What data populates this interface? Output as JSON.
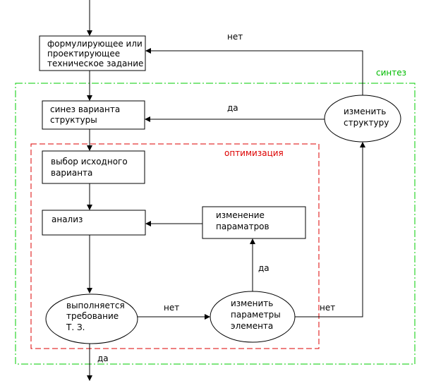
{
  "frames": {
    "synthesis_label": "синтез",
    "optimization_label": "оптимизация",
    "synthesis_color": "#00cc00",
    "optimization_color": "#dd0000"
  },
  "nodes": {
    "spec": [
      "формулирующее или",
      "проектирующее",
      "техническое задание"
    ],
    "synth_variant": [
      "синез варианта",
      "структуры"
    ],
    "select_initial": [
      "выбор исходного",
      "варианта"
    ],
    "analysis": [
      "анализ"
    ],
    "change_params": [
      "изменение",
      "параматров"
    ],
    "requirement_met": [
      "выполняется",
      "требование",
      "Т. З."
    ],
    "change_element_params": [
      "изменить",
      "параметры",
      "элемента"
    ],
    "change_structure": [
      "изменить",
      "структуру"
    ]
  },
  "edge_labels": {
    "no_top": "нет",
    "yes_structure": "да",
    "no_requirement": "нет",
    "yes_params": "да",
    "no_element": "нет",
    "yes_exit": "да"
  }
}
